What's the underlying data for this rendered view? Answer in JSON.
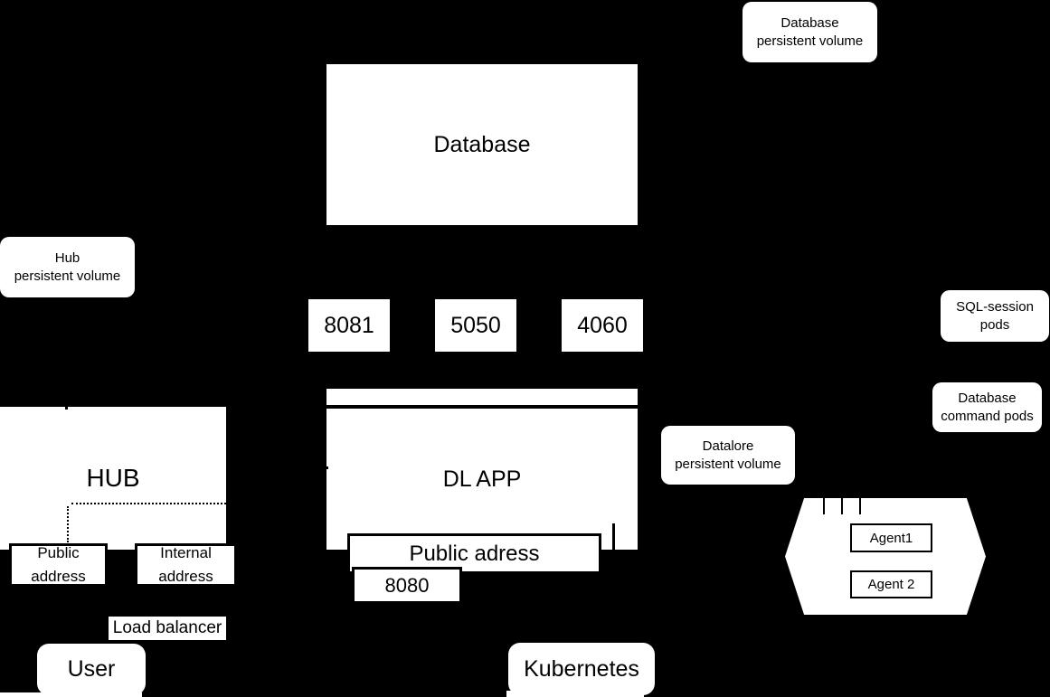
{
  "colors": {
    "background": "#000000",
    "shape_fill": "#ffffff",
    "text": "#000000",
    "border": "#000000"
  },
  "nodes": {
    "database": {
      "label": "Database"
    },
    "dl_app": {
      "label": "DL APP"
    },
    "hub": {
      "label": "HUB"
    },
    "user": {
      "label": "User"
    },
    "kubernetes": {
      "label": "Kubernetes"
    },
    "load_balancer": {
      "label": "Load balancer"
    },
    "public_adress_main": {
      "label": "Public adress"
    },
    "agent1": {
      "label": "Agent1"
    },
    "agent2": {
      "label": "Agent 2"
    }
  },
  "ports": {
    "p8081": {
      "label": "8081"
    },
    "p5050": {
      "label": "5050"
    },
    "p4060": {
      "label": "4060"
    },
    "p8080": {
      "label": "8080"
    }
  },
  "volumes": {
    "database_pv": {
      "line1": "Database",
      "line2": "persistent volume"
    },
    "hub_pv": {
      "line1": "Hub",
      "line2": "persistent volume"
    },
    "datalore_pv": {
      "line1": "Datalore",
      "line2": "persistent volume"
    }
  },
  "pods": {
    "sql_session": {
      "label": "SQL-session pods"
    },
    "database_command": {
      "line1": "Database",
      "line2": "command pods"
    }
  },
  "addresses": {
    "hub_public": {
      "line1": "Public",
      "line2": "address"
    },
    "hub_internal": {
      "line1": "Internal",
      "line2": "address"
    }
  }
}
